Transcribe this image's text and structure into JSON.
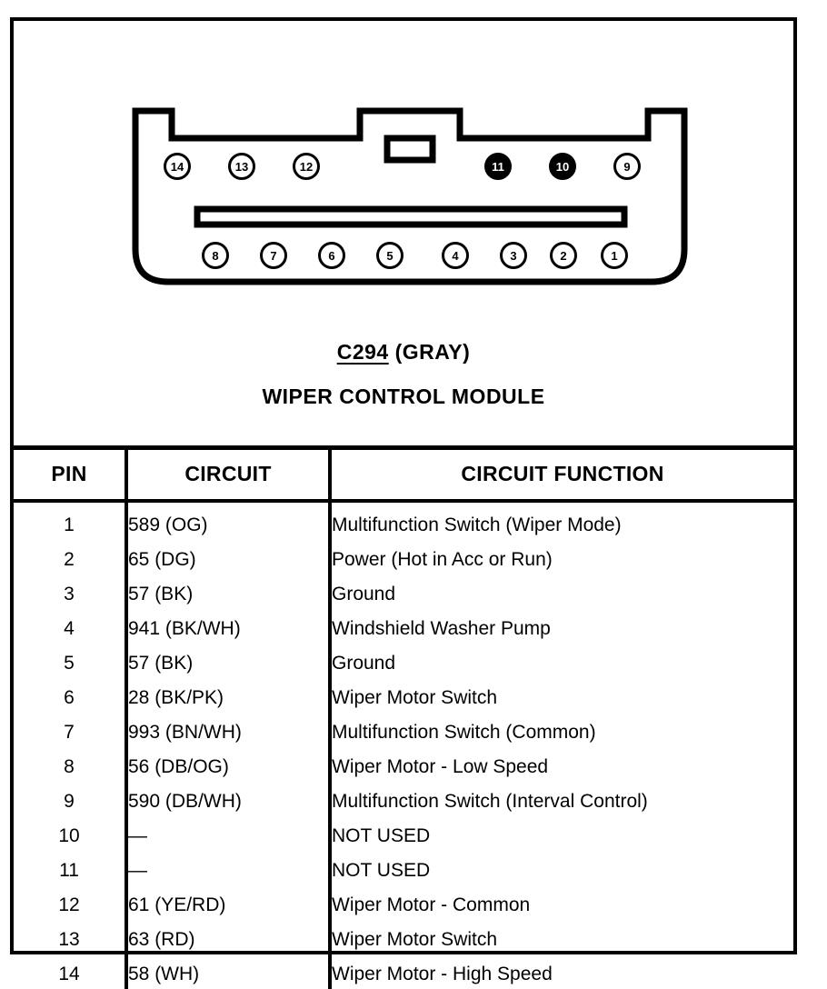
{
  "diagram": {
    "connector_label_code": "C294",
    "connector_label_color": "(GRAY)",
    "connector_name": "WIPER CONTROL MODULE",
    "pins_top_row": [
      {
        "number": "14",
        "state": "open"
      },
      {
        "number": "13",
        "state": "open"
      },
      {
        "number": "12",
        "state": "open"
      },
      {
        "number": "11",
        "state": "filled"
      },
      {
        "number": "10",
        "state": "filled"
      },
      {
        "number": "9",
        "state": "open"
      }
    ],
    "pins_bottom_row": [
      {
        "number": "8",
        "state": "open"
      },
      {
        "number": "7",
        "state": "open"
      },
      {
        "number": "6",
        "state": "open"
      },
      {
        "number": "5",
        "state": "open"
      },
      {
        "number": "4",
        "state": "open"
      },
      {
        "number": "3",
        "state": "open"
      },
      {
        "number": "2",
        "state": "open"
      },
      {
        "number": "1",
        "state": "open"
      }
    ]
  },
  "table": {
    "headers": [
      "PIN",
      "CIRCUIT",
      "CIRCUIT FUNCTION"
    ],
    "rows": [
      {
        "pin": "1",
        "circuit": "589 (OG)",
        "function": "Multifunction Switch (Wiper Mode)"
      },
      {
        "pin": "2",
        "circuit": "65 (DG)",
        "function": "Power (Hot in Acc or Run)"
      },
      {
        "pin": "3",
        "circuit": "57 (BK)",
        "function": "Ground"
      },
      {
        "pin": "4",
        "circuit": "941 (BK/WH)",
        "function": "Windshield Washer Pump"
      },
      {
        "pin": "5",
        "circuit": "57 (BK)",
        "function": "Ground"
      },
      {
        "pin": "6",
        "circuit": "28 (BK/PK)",
        "function": "Wiper Motor Switch"
      },
      {
        "pin": "7",
        "circuit": "993 (BN/WH)",
        "function": "Multifunction Switch (Common)"
      },
      {
        "pin": "8",
        "circuit": "56 (DB/OG)",
        "function": "Wiper Motor - Low Speed"
      },
      {
        "pin": "9",
        "circuit": "590 (DB/WH)",
        "function": "Multifunction Switch (Interval Control)"
      },
      {
        "pin": "10",
        "circuit": "—",
        "function": "NOT USED"
      },
      {
        "pin": "11",
        "circuit": "—",
        "function": "NOT USED"
      },
      {
        "pin": "12",
        "circuit": "61 (YE/RD)",
        "function": "Wiper Motor - Common"
      },
      {
        "pin": "13",
        "circuit": "63 (RD)",
        "function": "Wiper Motor Switch"
      },
      {
        "pin": "14",
        "circuit": "58 (WH)",
        "function": "Wiper Motor - High Speed"
      }
    ]
  },
  "colors": {
    "ink": "#000000",
    "paper": "#ffffff"
  }
}
